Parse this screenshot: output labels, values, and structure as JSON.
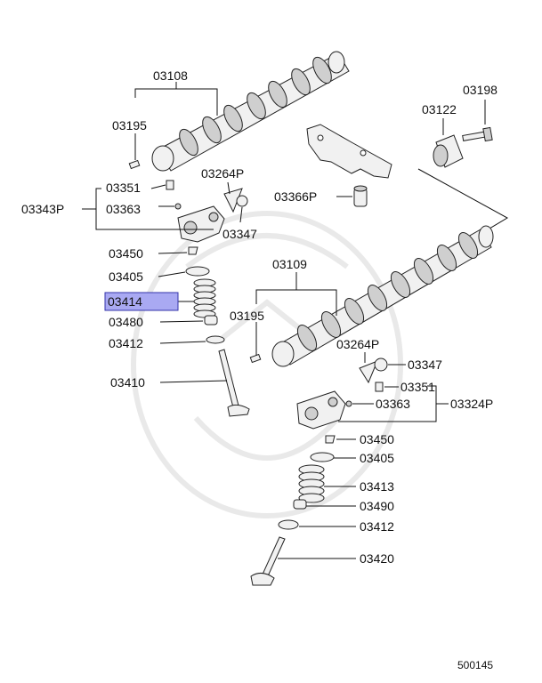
{
  "labels": {
    "p03108": "03108",
    "p03195_top": "03195",
    "p03198": "03198",
    "p03122": "03122",
    "p03264P_top": "03264P",
    "p03351_top": "03351",
    "p03343P": "03343P",
    "p03363_top": "03363",
    "p03366P": "03366P",
    "p03347_top": "03347",
    "p03450_l": "03450",
    "p03405_l": "03405",
    "p03109": "03109",
    "p03414": "03414",
    "p03195_mid": "03195",
    "p03480": "03480",
    "p03412_l": "03412",
    "p03264P_mid": "03264P",
    "p03347_r": "03347",
    "p03410": "03410",
    "p03351_r": "03351",
    "p03363_r": "03363",
    "p03324P": "03324P",
    "p03450_r": "03450",
    "p03405_r": "03405",
    "p03413": "03413",
    "p03490": "03490",
    "p03412_r": "03412",
    "p03420": "03420"
  },
  "diagram_number": "500145",
  "highlight_color": "#a9a9f2",
  "highlight_label": "03414"
}
